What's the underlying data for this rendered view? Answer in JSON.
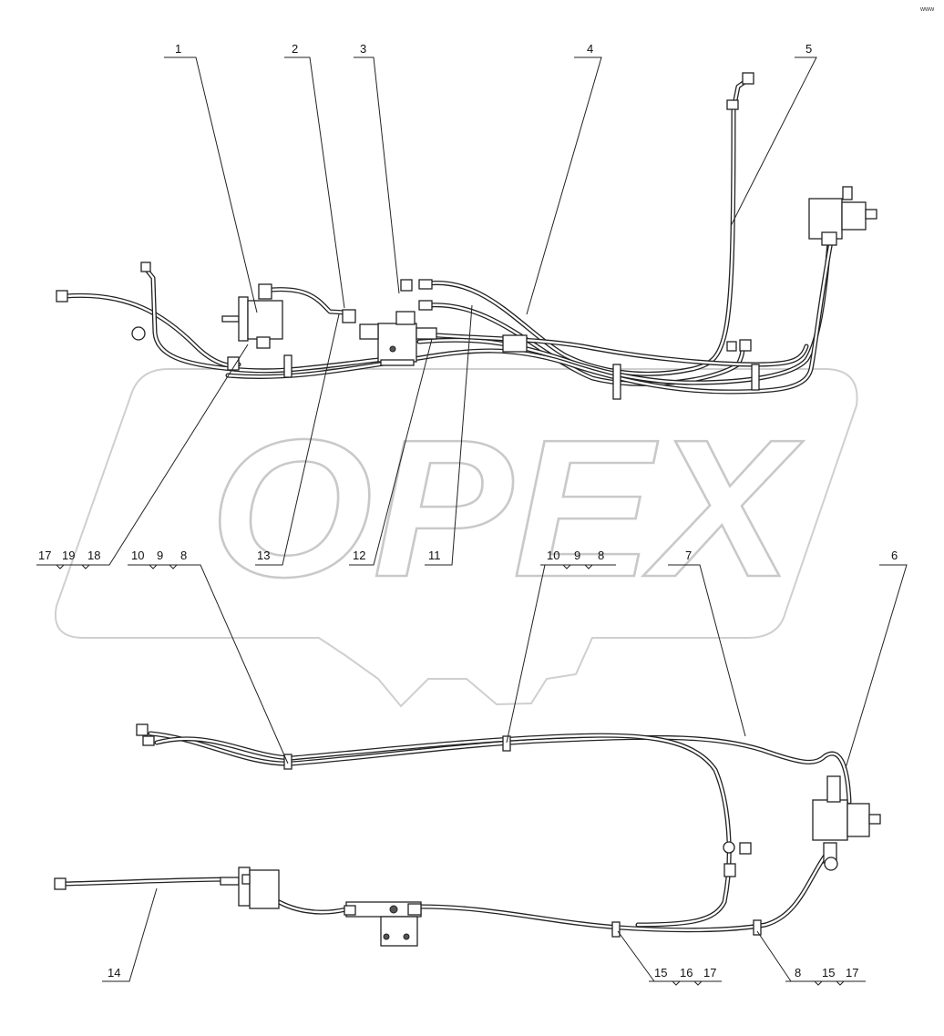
{
  "watermark": {
    "text": "OPEX"
  },
  "corner_mark": "www",
  "callouts": {
    "c1": "1",
    "c2": "2",
    "c3": "3",
    "c4": "4",
    "c5": "5",
    "c6": "6",
    "c7": "7",
    "c11": "11",
    "c12": "12",
    "c13": "13",
    "c14": "14",
    "g_17_19_18": {
      "a": "17",
      "b": "19",
      "c": "18"
    },
    "g_10_9_8_left": {
      "a": "10",
      "b": "9",
      "c": "8"
    },
    "g_10_9_8_mid": {
      "a": "10",
      "b": "9",
      "c": "8"
    },
    "g_15_16_17": {
      "a": "15",
      "b": "16",
      "c": "17"
    },
    "g_8_15_17": {
      "a": "8",
      "b": "15",
      "c": "17"
    }
  }
}
